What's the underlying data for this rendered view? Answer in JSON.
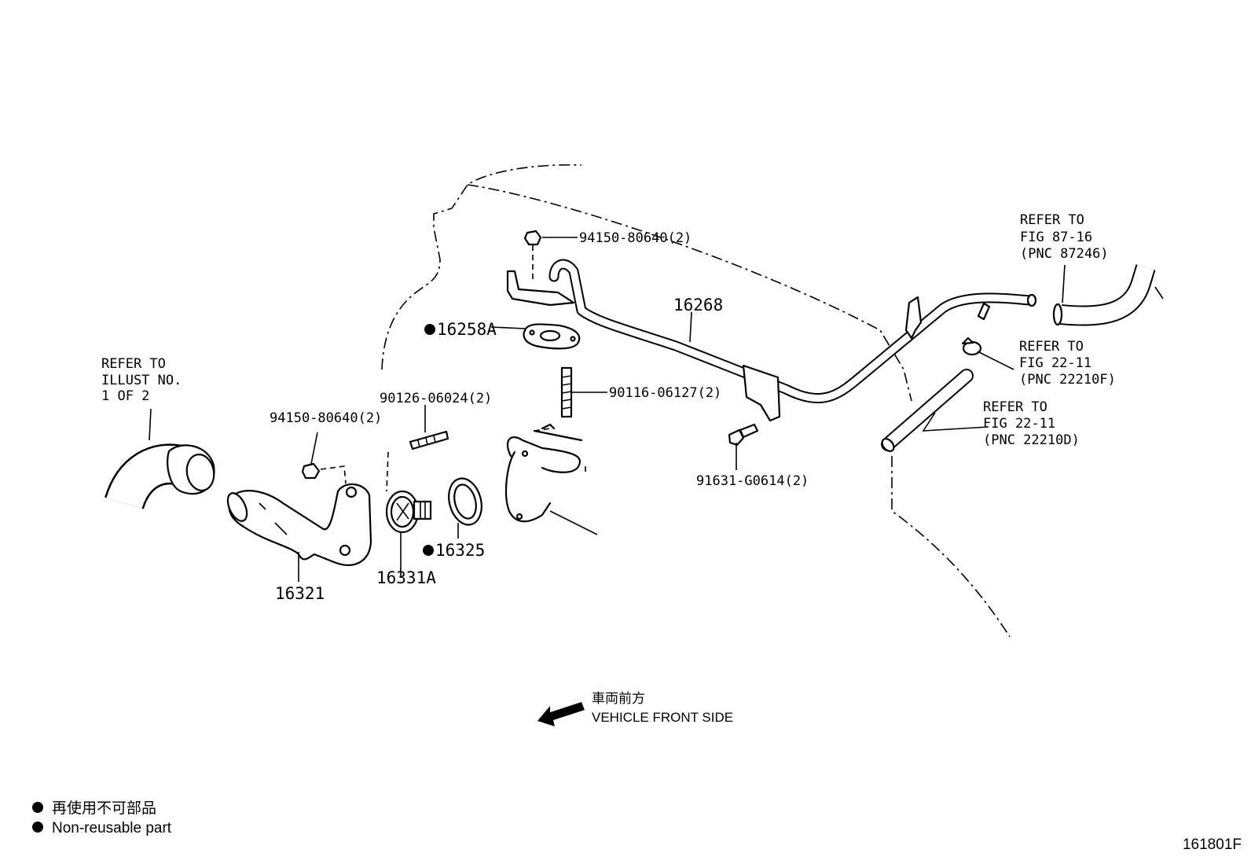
{
  "parts": {
    "bolt_top": "94150-80640(2)",
    "gasket": "16258A",
    "pipe": "16268",
    "stud_right": "90116-06127(2)",
    "bolt_right": "91631-G0614(2)",
    "stud_left": "90126-06024(2)",
    "bolt_left": "94150-80640(2)",
    "water_inlet": "16321",
    "thermostat": "16331A",
    "ring": "16325"
  },
  "refs": {
    "left": [
      "REFER TO",
      "ILLUST NO.",
      "1 OF 2"
    ],
    "top_right": [
      "REFER  TO",
      "FIG 87-16",
      "(PNC 87246)"
    ],
    "mid_right": [
      "REFER  TO",
      "FIG 22-11",
      "(PNC 22210F)"
    ],
    "low_right": [
      "REFER  TO",
      "FIG 22-11",
      "(PNC 22210D)"
    ]
  },
  "direction": {
    "jp": "車両前方",
    "en": "VEHICLE FRONT SIDE"
  },
  "legend": {
    "jp": "再使用不可部品",
    "en": "Non-reusable part"
  },
  "figure_id": "161801F"
}
